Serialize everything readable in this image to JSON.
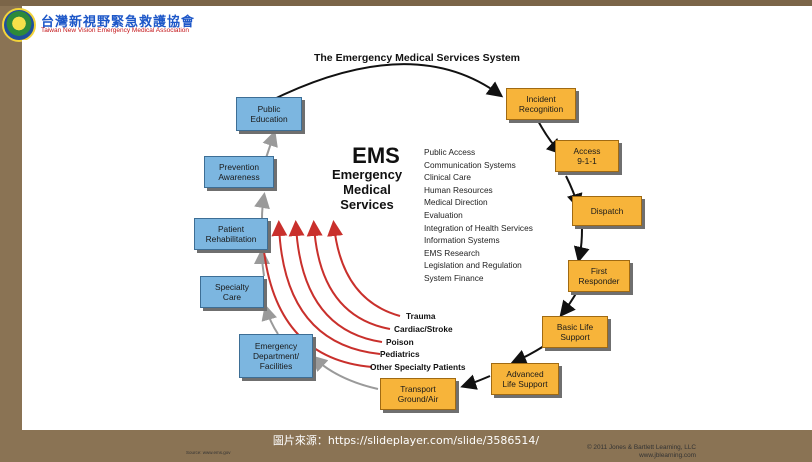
{
  "header": {
    "org_name_cn": "台灣新視野緊急救護協會",
    "org_name_en": "Taiwan New Vision Emergency Medical Association"
  },
  "slide": {
    "title": "The Emergency Medical Services System",
    "ems_abbr": "EMS",
    "ems_full": [
      "Emergency",
      "Medical",
      "Services"
    ],
    "components": [
      "Public Access",
      "Communication Systems",
      "Clinical Care",
      "Human Resources",
      "Medical Direction",
      "Evaluation",
      "Integration of Health Services",
      "Information Systems",
      "EMS Research",
      "Legislation and Regulation",
      "System Finance"
    ],
    "cycle_steps_orange": [
      "Incident\nRecognition",
      "Access\n9-1-1",
      "Dispatch",
      "First\nResponder",
      "Basic Life\nSupport",
      "Advanced\nLife Support",
      "Transport\nGround/Air"
    ],
    "cycle_steps_blue": [
      "Emergency\nDepartment/\nFacilities",
      "Specialty\nCare",
      "Patient\nRehabilitation",
      "Prevention\nAwareness",
      "Public\nEducation"
    ],
    "specialty_patients": [
      "Trauma",
      "Cardiac/Stroke",
      "Poison",
      "Pediatrics",
      "Other Specialty Patients"
    ],
    "copyright": "© 2011 Jones & Bartlett Learning, LLC",
    "copyright_url": "www.jblearning.com",
    "source": "Source: www.ems.gov",
    "colors": {
      "step_orange": "#f7b43a",
      "step_blue": "#7cb6e0",
      "specialty_arrow": "#c9302c",
      "frame": "#8a7354"
    }
  },
  "footer": {
    "image_source": "圖片來源：https://slideplayer.com/slide/3586514/"
  }
}
